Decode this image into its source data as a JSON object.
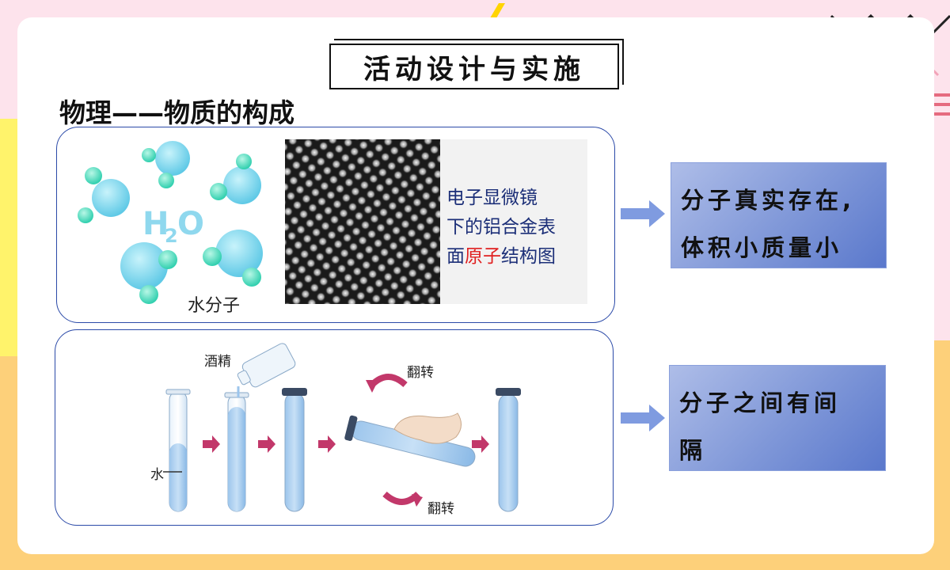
{
  "slide": {
    "title": "活动设计与实施",
    "subtitle": "物理——物质的构成"
  },
  "panel_molecule": {
    "formula": "H2O",
    "formula_main": "H",
    "formula_sub": "2",
    "formula_end": "O",
    "molecule_caption": "水分子",
    "micro_caption_line1": "电子显微镜",
    "micro_caption_line2": "下的铝合金表",
    "micro_caption_line3_a": "面",
    "micro_caption_line3_red": "原子",
    "micro_caption_line3_b": "结构图",
    "conclusion_line1": "分子真实存在,",
    "conclusion_line2": "体积小质量小"
  },
  "panel_experiment": {
    "label_alcohol": "酒精",
    "label_water": "水",
    "label_flip_top": "翻转",
    "label_flip_bottom": "翻转",
    "conclusion_line1": "分子之间有间",
    "conclusion_line2": "隔"
  },
  "colors": {
    "panel_border": "#2b4aa8",
    "conclusion_box": "#7f97d8",
    "arrow": "#7f9be0",
    "highlight_red": "#e02020"
  }
}
